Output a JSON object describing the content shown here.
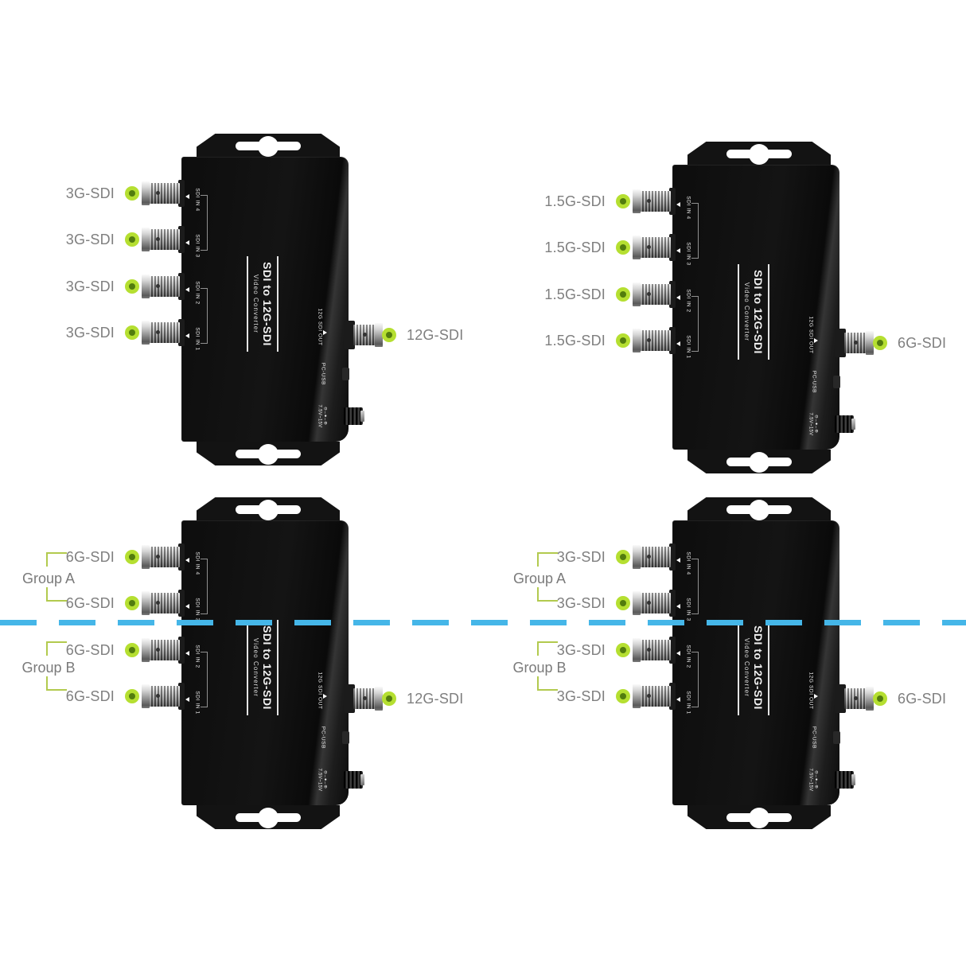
{
  "scene": {
    "background": "#ffffff"
  },
  "colors": {
    "device_black": "#0d0d0d",
    "dot_outer_green": "#b5df31",
    "dot_inner_green": "#527c0e",
    "callout_label_gray": "#7f7f7f",
    "group_bracket_green": "#b2ca4e",
    "divider_dash_blue": "#45b6e8"
  },
  "device_face": {
    "title": "SDI to 12G-SDI",
    "subtitle": "Video Converter",
    "input_port_labels": [
      "SDI IN 4",
      "SDI IN 3",
      "SDI IN 2",
      "SDI IN 1"
    ],
    "output_port_label": "12G SDI OUT",
    "usb_port_label": "PC-USB",
    "power_polarity": "⊖–●–⊕",
    "power_label": "7.5V~15V"
  },
  "devices": [
    {
      "position": "top-left",
      "input_labels": [
        "3G-SDI",
        "3G-SDI",
        "3G-SDI",
        "3G-SDI"
      ],
      "output_label": "12G-SDI"
    },
    {
      "position": "top-right",
      "input_labels": [
        "1.5G-SDI",
        "1.5G-SDI",
        "1.5G-SDI",
        "1.5G-SDI"
      ],
      "output_label": "6G-SDI"
    },
    {
      "position": "bottom-left",
      "input_labels": [
        "6G-SDI",
        "6G-SDI",
        "6G-SDI",
        "6G-SDI"
      ],
      "output_label": "12G-SDI",
      "group_a": "Group A",
      "group_b": "Group B"
    },
    {
      "position": "bottom-right",
      "input_labels": [
        "3G-SDI",
        "3G-SDI",
        "3G-SDI",
        "3G-SDI"
      ],
      "output_label": "6G-SDI",
      "group_a": "Group A",
      "group_b": "Group B"
    }
  ]
}
